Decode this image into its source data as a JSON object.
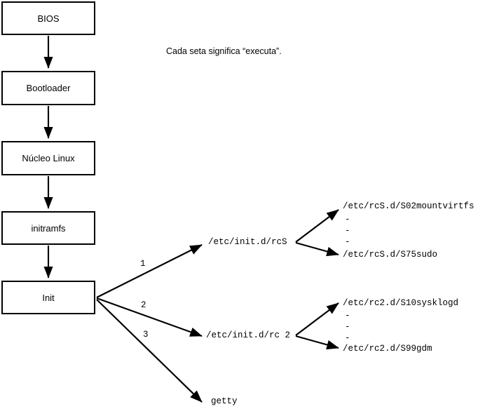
{
  "diagram": {
    "title_note": "Cada seta significa “executa”.",
    "boot_chain": [
      {
        "id": "bios",
        "label": "BIOS"
      },
      {
        "id": "bootloader",
        "label": "Bootloader"
      },
      {
        "id": "kernel",
        "label": "Núcleo Linux"
      },
      {
        "id": "initramfs",
        "label": "initramfs"
      },
      {
        "id": "init",
        "label": "Init"
      }
    ],
    "init_branches": [
      {
        "number": "1",
        "label": "/etc/init.d/rcS"
      },
      {
        "number": "2",
        "label": "/etc/init.d/rc 2"
      },
      {
        "number": "3",
        "label": "getty"
      }
    ],
    "rcs_scripts": {
      "first": "/etc/rcS.d/S02mountvirtfs",
      "ellipsis": [
        "-",
        "-",
        "-"
      ],
      "last": "/etc/rcS.d/S75sudo"
    },
    "rc2_scripts": {
      "first": "/etc/rc2.d/S10sysklogd",
      "ellipsis": [
        "-",
        "-",
        "-"
      ],
      "last": "/etc/rc2.d/S99gdm"
    },
    "colors": {
      "stroke": "#000000",
      "background": "#ffffff",
      "text": "#000000"
    }
  }
}
